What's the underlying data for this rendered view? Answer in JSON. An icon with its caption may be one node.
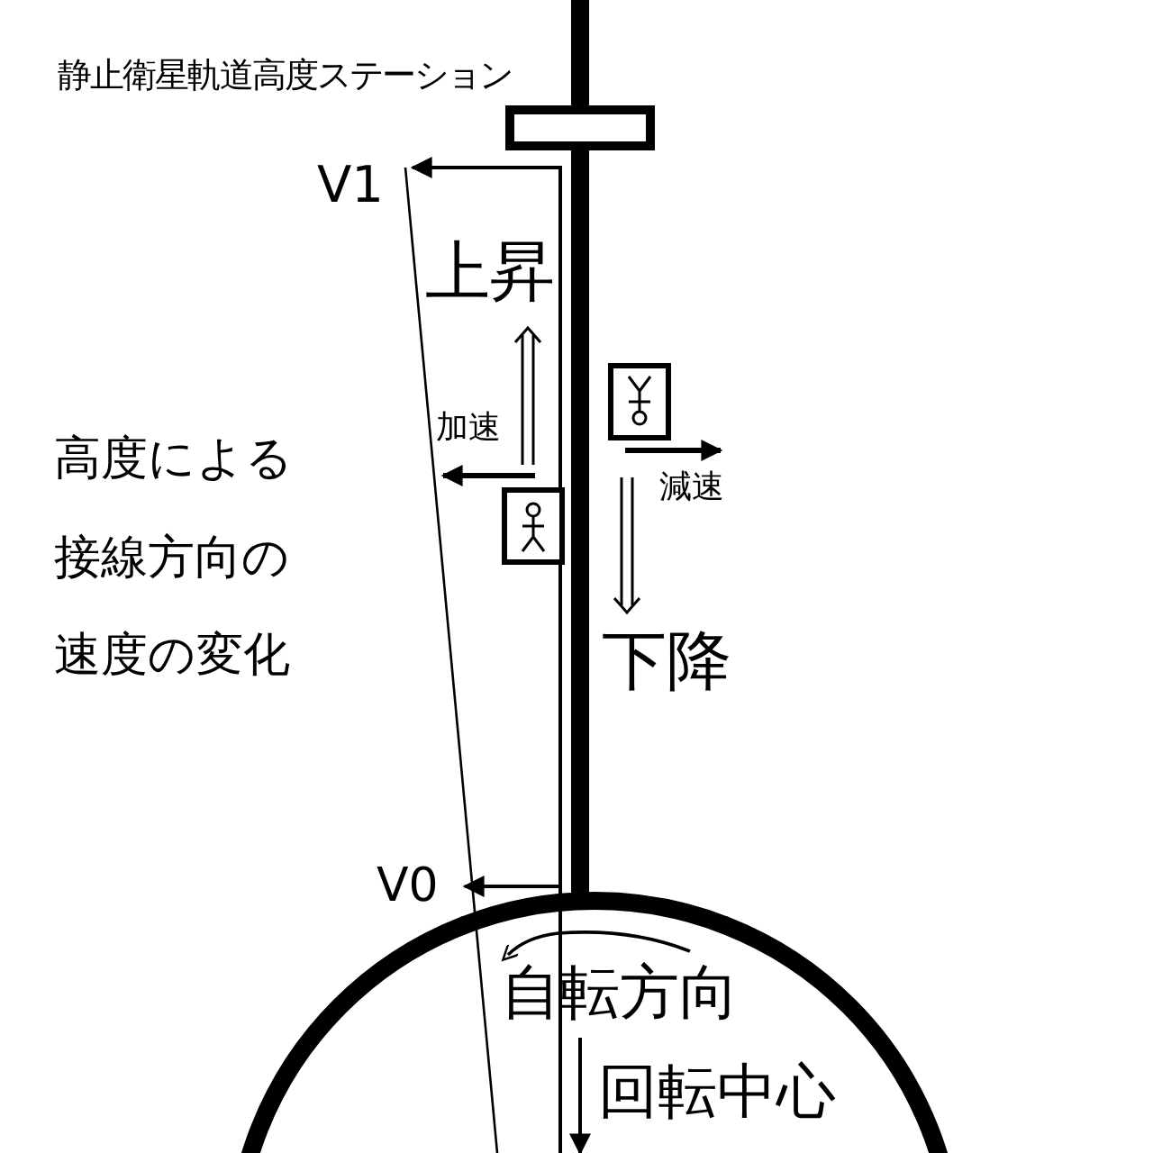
{
  "diagram": {
    "labels": [
      "静止衛星軌道高度ステーション",
      "V1",
      "上昇",
      "高度による接線方向の速度の変化",
      "加速",
      "減速",
      "下降",
      "V0",
      "自転方向",
      "回転中心"
    ]
  }
}
